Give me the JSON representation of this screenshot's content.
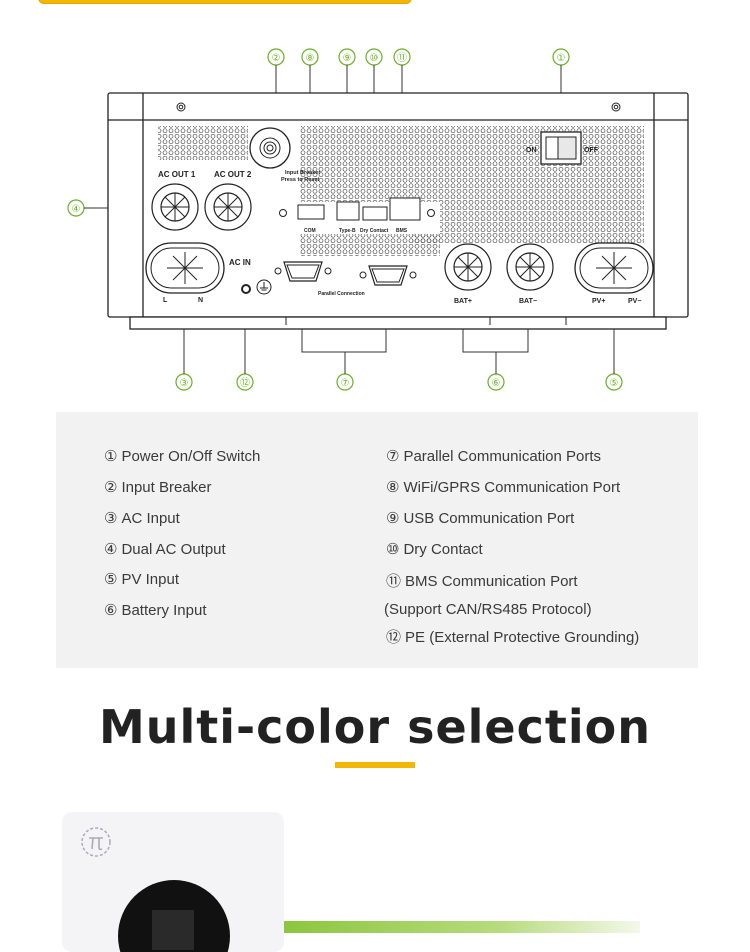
{
  "diagram": {
    "callouts": [
      "①",
      "②",
      "③",
      "④",
      "⑤",
      "⑥",
      "⑦",
      "⑧",
      "⑨",
      "⑩",
      "⑪",
      "⑫"
    ],
    "panel_labels": {
      "on": "ON",
      "off": "OFF",
      "input_breaker": "Input Breaker",
      "press_to_reset": "Press to Reset",
      "ac_out_1": "AC OUT 1",
      "ac_out_2": "AC OUT 2",
      "ac_in": "AC IN",
      "l": "L",
      "n": "N",
      "com": "COM",
      "type_b": "Type-B",
      "dry_contact": "Dry Contact",
      "bms": "BMS",
      "parallel_connection": "Parallel Connection",
      "bat_plus": "BAT+",
      "bat_minus": "BAT−",
      "pv_plus": "PV+",
      "pv_minus": "PV−"
    }
  },
  "legend": {
    "left": [
      {
        "num": "①",
        "text": "Power On/Off Switch"
      },
      {
        "num": "②",
        "text": "Input Breaker"
      },
      {
        "num": "③",
        "text": "AC Input"
      },
      {
        "num": "④",
        "text": "Dual AC Output"
      },
      {
        "num": "⑤",
        "text": "PV Input"
      },
      {
        "num": "⑥",
        "text": "Battery Input"
      }
    ],
    "right": [
      {
        "num": "⑦",
        "text": "Parallel Communication Ports"
      },
      {
        "num": "⑧",
        "text": "WiFi/GPRS Communication Port"
      },
      {
        "num": "⑨",
        "text": "USB Communication Port"
      },
      {
        "num": "⑩",
        "text": "Dry Contact"
      },
      {
        "num": "⑪",
        "text": "BMS Communication Port"
      },
      {
        "num": "",
        "text": "(Support CAN/RS485 Protocol)"
      },
      {
        "num": "⑫",
        "text": "PE (External Protective Grounding)"
      }
    ]
  },
  "section_title": "Multi-color selection",
  "colors": {
    "accent": "#f2b705",
    "callout": "#6ab023",
    "green": "#8cc63f"
  }
}
